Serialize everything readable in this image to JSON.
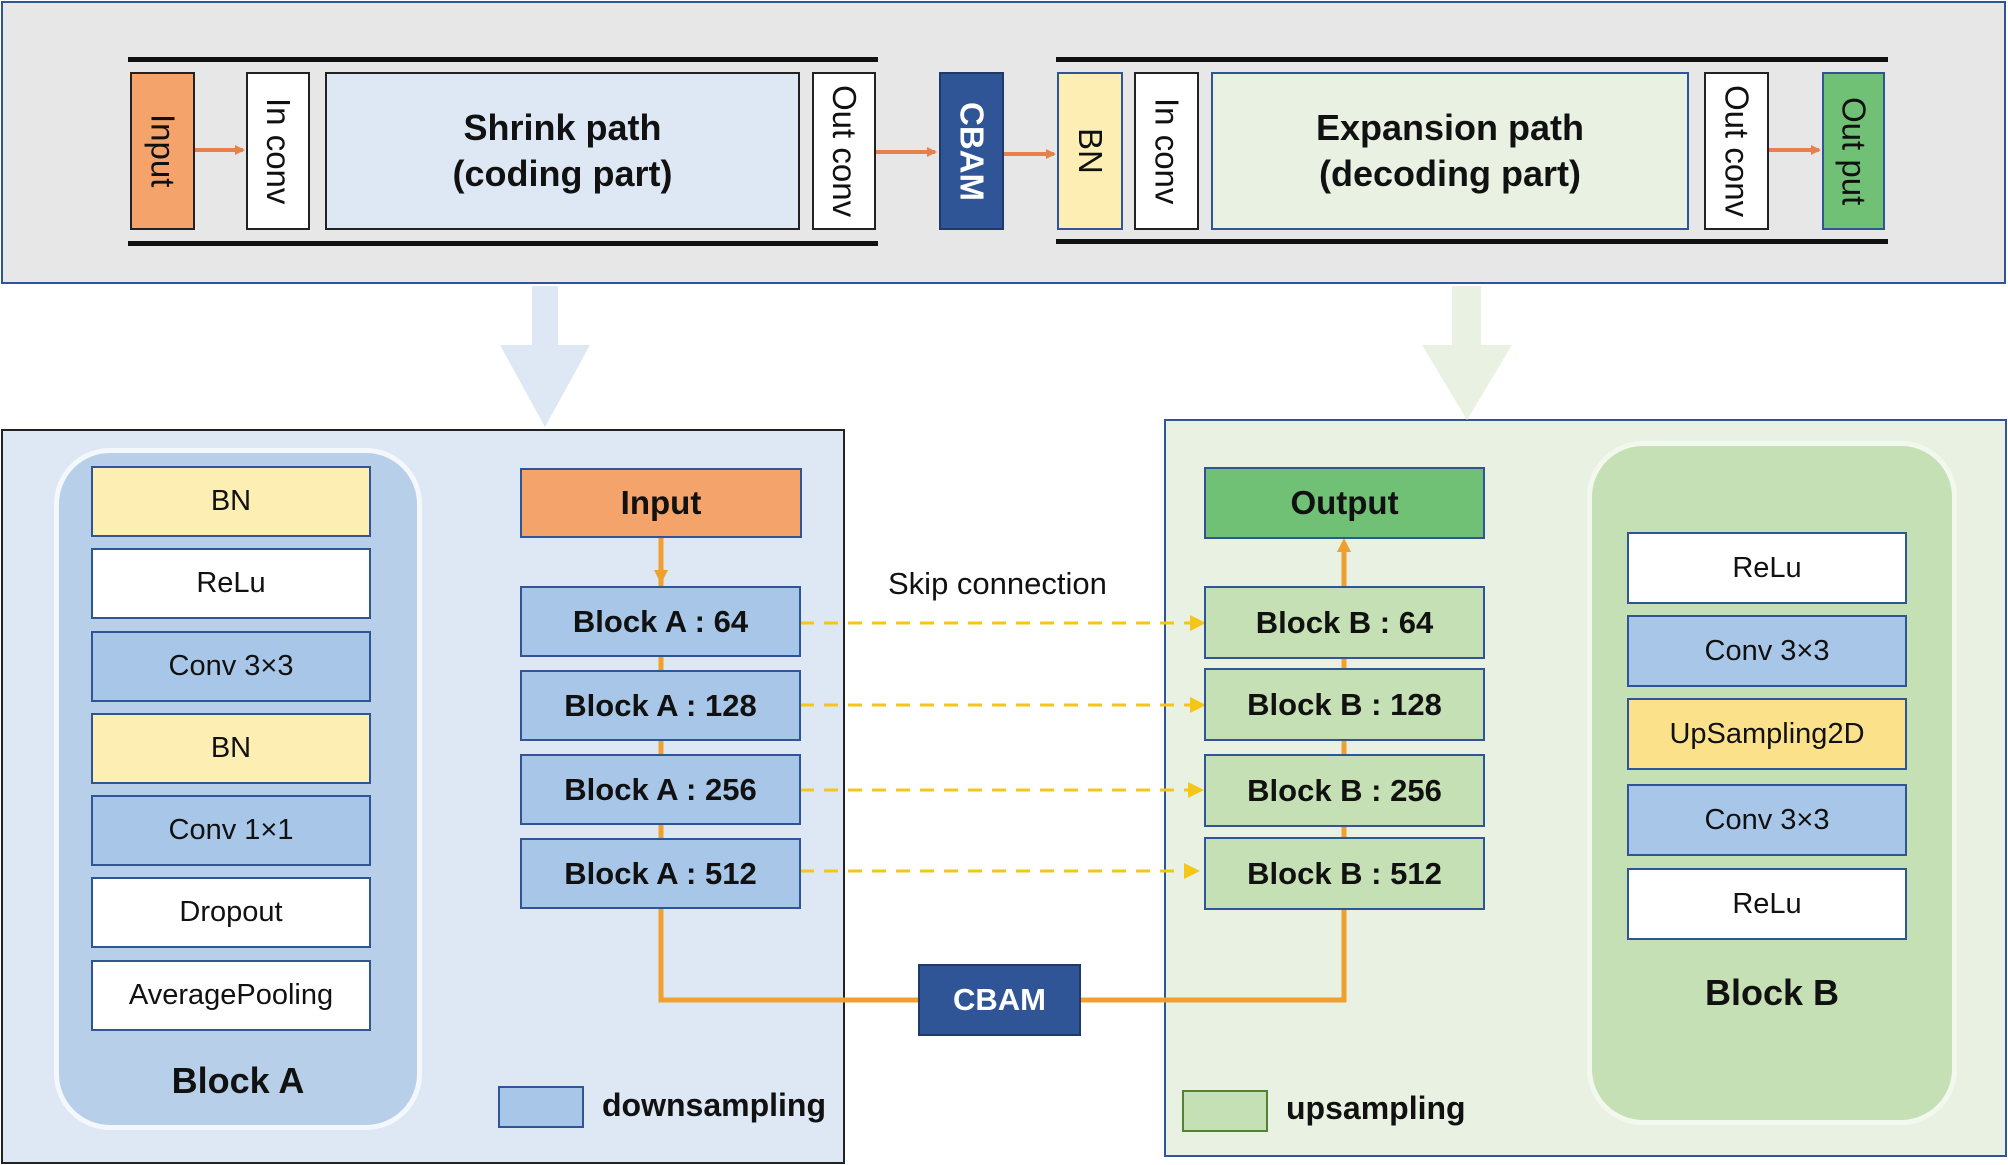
{
  "top": {
    "input": "Input",
    "in_conv_left": "In conv",
    "shrink_line1": "Shrink path",
    "shrink_line2": "(coding part)",
    "out_conv_left": "Out conv",
    "cbam": "CBAM",
    "bn": "BN",
    "in_conv_right": "In conv",
    "expansion_line1": "Expansion path",
    "expansion_line2": "(decoding part)",
    "out_conv_right": "Out conv",
    "output": "Out put"
  },
  "block_a": {
    "title": "Block A",
    "layers": [
      "BN",
      "ReLu",
      "Conv 3×3",
      "BN",
      "Conv 1×1",
      "Dropout",
      "AveragePooling"
    ]
  },
  "block_b": {
    "title": "Block B",
    "layers": [
      "ReLu",
      "Conv 3×3",
      "UpSampling2D",
      "Conv 3×3",
      "ReLu"
    ]
  },
  "encoder": {
    "input": "Input",
    "blocks": [
      "Block A : 64",
      "Block A : 128",
      "Block A : 256",
      "Block A : 512"
    ]
  },
  "decoder": {
    "output": "Output",
    "blocks": [
      "Block B : 64",
      "Block B : 128",
      "Block B : 256",
      "Block B : 512"
    ]
  },
  "skip_label": "Skip connection",
  "bottleneck": "CBAM",
  "legend": {
    "downsampling": "downsampling",
    "upsampling": "upsampling"
  },
  "colors": {
    "orange": "#f4a46b",
    "green": "#70c076",
    "yellow": "#fdeeb4",
    "blue_layer": "#a7c6e8",
    "navy": "#2f5597",
    "arrow_orange": "#e8804e",
    "line_orange": "#f0a030",
    "skip_yellow": "#f5c518",
    "upsample_yellow": "#fbe28a"
  }
}
